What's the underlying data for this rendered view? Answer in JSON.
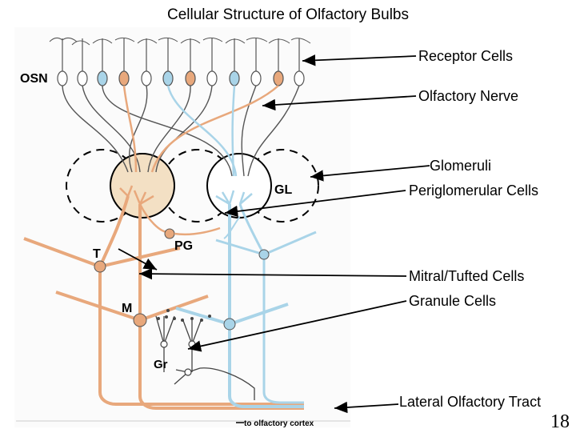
{
  "title": "Cellular Structure of Olfactory Bulbs",
  "labels": {
    "receptor_cells": "Receptor Cells",
    "olfactory_nerve": "Olfactory Nerve",
    "glomeruli": "Glomeruli",
    "periglomerular": "Periglomerular Cells",
    "mitral_tufted": "Mitral/Tufted Cells",
    "granule": "Granule Cells",
    "lateral_tract": "Lateral Olfactory Tract"
  },
  "diagram_labels": {
    "osn": "OSN",
    "gl": "GL",
    "pg": "PG",
    "t": "T",
    "m": "M",
    "gr": "Gr",
    "cortex": "to olfactory cortex"
  },
  "page_number": "18",
  "colors": {
    "orange": "#e8a87c",
    "blue": "#a9d4e8",
    "outline": "#555555",
    "glomerulus_fill": "#f3e0c4"
  }
}
